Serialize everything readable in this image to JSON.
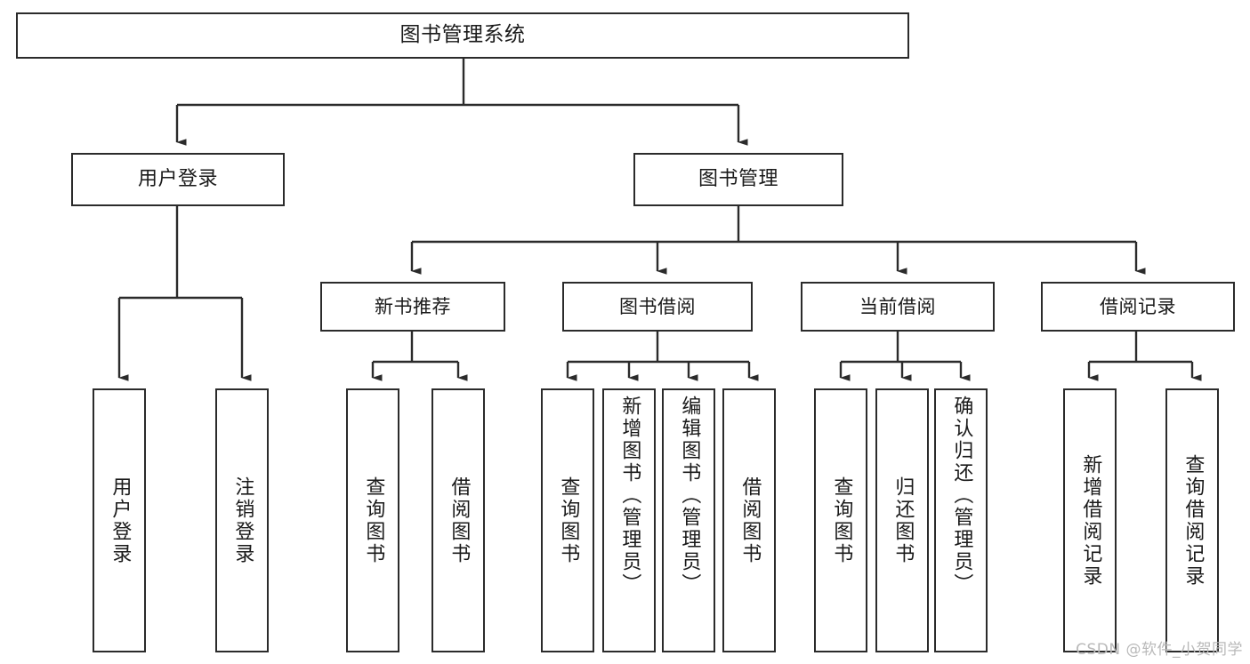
{
  "diagram": {
    "type": "tree",
    "title": "图书管理系统",
    "watermark": "CSDN @软件_小贺同学",
    "colors": {
      "box_border": "#2b2b2b",
      "box_fill": "#ffffff",
      "connector": "#2b2b2b",
      "background": "#ffffff",
      "watermark": "#b9b9b9"
    },
    "root": {
      "label": "图书管理系统"
    },
    "level1": [
      {
        "label": "用户登录"
      },
      {
        "label": "图书管理"
      }
    ],
    "level2": [
      {
        "label": "新书推荐"
      },
      {
        "label": "图书借阅"
      },
      {
        "label": "当前借阅"
      },
      {
        "label": "借阅记录"
      }
    ],
    "leaves": {
      "user_login": [
        {
          "label": "用户登录"
        },
        {
          "label": "注销登录"
        }
      ],
      "new_book_recommend": [
        {
          "label": "查询图书"
        },
        {
          "label": "借阅图书"
        }
      ],
      "book_borrow": [
        {
          "label": "查询图书"
        },
        {
          "label": "新增图书（管理员）"
        },
        {
          "label": "编辑图书（管理员）"
        },
        {
          "label": "借阅图书"
        }
      ],
      "current_borrow": [
        {
          "label": "查询图书"
        },
        {
          "label": "归还图书"
        },
        {
          "label": "确认归还（管理员）"
        }
      ],
      "borrow_record": [
        {
          "label": "新增借阅记录"
        },
        {
          "label": "查询借阅记录"
        }
      ]
    }
  }
}
